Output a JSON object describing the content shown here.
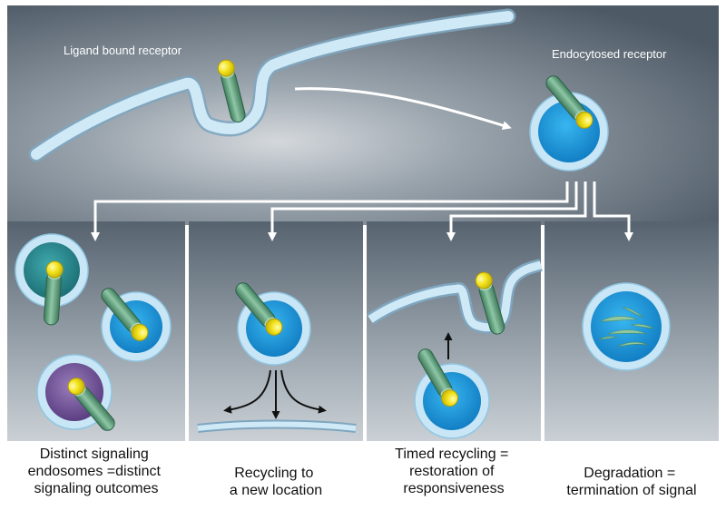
{
  "labels": {
    "ligand_bound": "Ligand bound receptor",
    "endocytosed": "Endocytosed receptor"
  },
  "panels": [
    {
      "caption": [
        "Distinct signaling",
        "endosomes =distinct",
        "signaling outcomes"
      ]
    },
    {
      "caption": [
        "Recycling to",
        "a new location"
      ]
    },
    {
      "caption": [
        "Timed recycling =",
        "restoration of",
        "responsiveness"
      ]
    },
    {
      "caption": [
        "Degradation =",
        "termination of signal"
      ]
    }
  ],
  "icons": [
    "receptor-icon",
    "ligand-icon",
    "endosome-icon",
    "membrane-icon",
    "arrow-icon"
  ],
  "colors": {
    "background_dark": "#4f5c68",
    "background_light": "#c9cfd5",
    "membrane": "#bfe0f2",
    "endosome_lumen": "#1d9be0",
    "receptor": "#5fa07e",
    "ligand": "#f2e21a",
    "purple_endosome": "#7a5a9a",
    "teal_endosome": "#2a8f95"
  }
}
